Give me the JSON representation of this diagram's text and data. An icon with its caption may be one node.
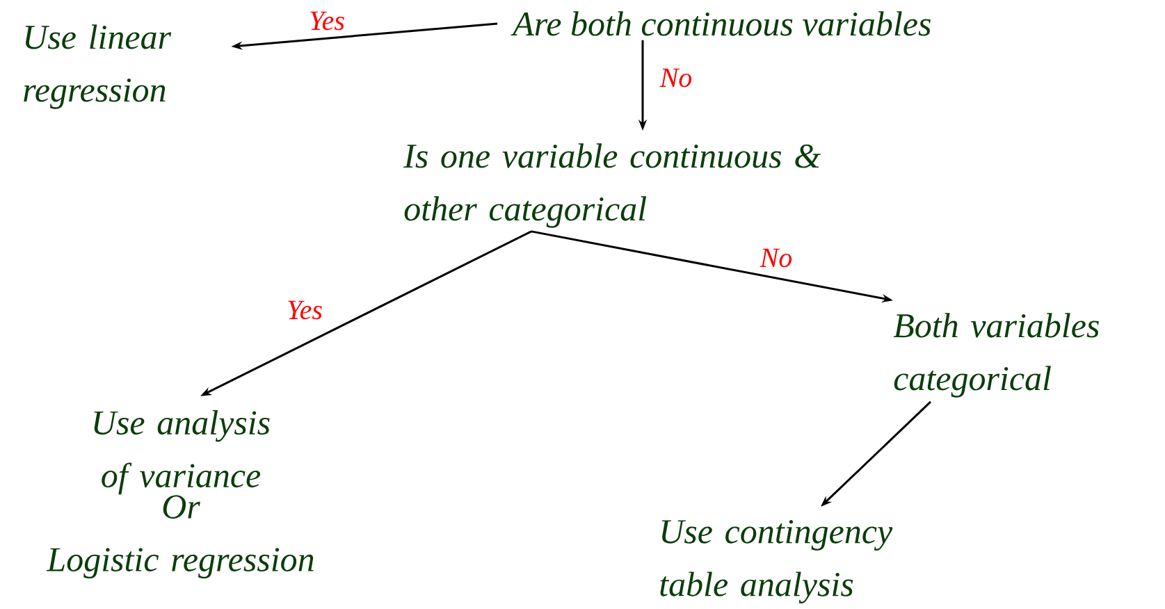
{
  "diagram": {
    "nodes": [
      {
        "text": [
          "Are both continuous variables"
        ]
      },
      {
        "text": [
          "Use linear regression"
        ]
      },
      {
        "text": [
          "Is one variable continuous & other categorical"
        ]
      },
      {
        "text": [
          "Use analysis of variance",
          "Or",
          "Logistic regression"
        ]
      },
      {
        "text": [
          "Both variables categorical"
        ]
      },
      {
        "text": [
          "Use contingency table analysis"
        ]
      }
    ],
    "edges": [
      {
        "from": 0,
        "to": 1,
        "arrow": "to",
        "label": "Yes"
      },
      {
        "from": 0,
        "to": 2,
        "arrow": "to",
        "label": "No"
      },
      {
        "from": 2,
        "to": 3,
        "arrow": "to",
        "label": "Yes"
      },
      {
        "from": 2,
        "to": 4,
        "arrow": "to",
        "label": "No"
      },
      {
        "from": 4,
        "to": 5,
        "arrow": "to"
      }
    ]
  }
}
